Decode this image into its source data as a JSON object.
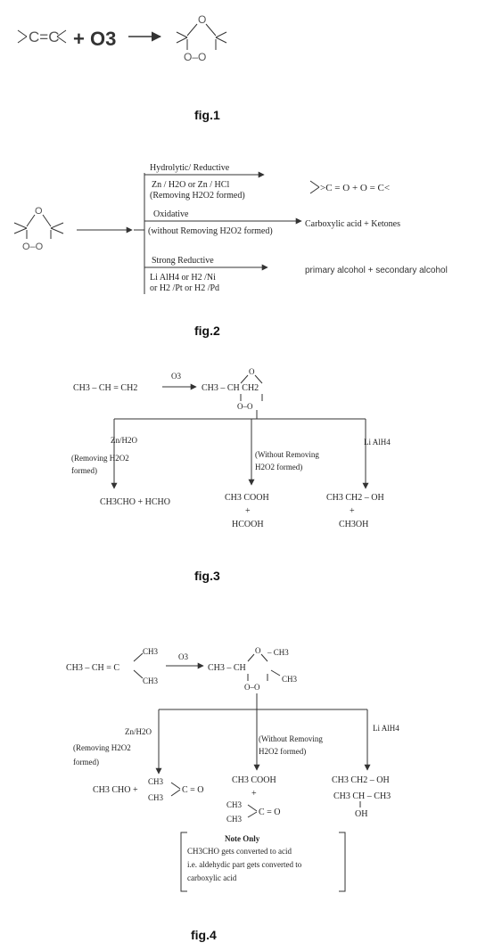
{
  "fig1": {
    "reactant": "C=C",
    "plus_ozone": "+ O3",
    "ozonide_top": "O",
    "ozonide_bottom": "O–O",
    "caption": "fig.1"
  },
  "fig2": {
    "ozonide_top": "O",
    "ozonide_bottom": "O–O",
    "branch1_title": "Hydrolytic/ Reductive",
    "branch1_cond_line1": "Zn / H2O or Zn / HCl",
    "branch1_cond_line2": "(Removing H2O2 formed)",
    "branch1_product": ">C = O + O = C<",
    "branch2_title": "Oxidative",
    "branch2_cond": "(without Removing H2O2 formed)",
    "branch2_product": "Carboxylic acid + Ketones",
    "branch3_title": "Strong Reductive",
    "branch3_cond_line1": "Li AlH4 or H2 /Ni",
    "branch3_cond_line2": "or H2 /Pt or H2 /Pd",
    "branch3_product": "primary alcohol + secondary alcohol",
    "caption": "fig.2"
  },
  "fig3": {
    "reactant": "CH3 – CH = CH2",
    "reagent": "O3",
    "ozonide": "CH3 – CH   CH2",
    "ozonide_top": "O",
    "ozonide_bottom": "O–O",
    "left_reagent": "Zn/H2O",
    "left_cond_line1": "(Removing H2O2",
    "left_cond_line2": "formed)",
    "left_product": "CH3CHO + HCHO",
    "mid_cond_line1": "(Without Removing",
    "mid_cond_line2": "H2O2 formed)",
    "mid_product_line1": "CH3 COOH",
    "mid_plus": "+",
    "mid_product_line2": "HCOOH",
    "right_reagent": "Li AlH4",
    "right_product_line1": "CH3 CH2 – OH",
    "right_plus": "+",
    "right_product_line2": "CH3OH",
    "caption": "fig.3"
  },
  "fig4": {
    "reactant": "CH3 – CH = C",
    "reactant_me1": "CH3",
    "reactant_me2": "CH3",
    "reagent": "O3",
    "ozonide": "CH3 – CH",
    "ozonide_me1": "– CH3",
    "ozonide_me2": "CH3",
    "ozonide_top": "O",
    "ozonide_bottom": "O–O",
    "left_reagent": "Zn/H2O",
    "left_cond_line1": "(Removing H2O2",
    "left_cond_line2": "formed)",
    "left_product": "CH3 CHO +",
    "left_ketone_me1": "CH3",
    "left_ketone_me2": "CH3",
    "left_ketone_co": "C = O",
    "mid_cond_line1": "(Without Removing",
    "mid_cond_line2": "H2O2 formed)",
    "mid_product_line1": "CH3 COOH",
    "mid_plus": "+",
    "mid_ketone_me1": "CH3",
    "mid_ketone_me2": "CH3",
    "mid_ketone_co": "C = O",
    "right_reagent": "Li AlH4",
    "right_product_line1": "CH3 CH2 – OH",
    "right_product_line2": "CH3 CH – CH3",
    "right_product_line3": "OH",
    "note_title": "Note Only",
    "note_line1": "CH3CHO gets converted to acid",
    "note_line2": "i.e. aldehydic part gets converted to",
    "note_line3": "carboxylic acid",
    "caption": "fig.4"
  }
}
